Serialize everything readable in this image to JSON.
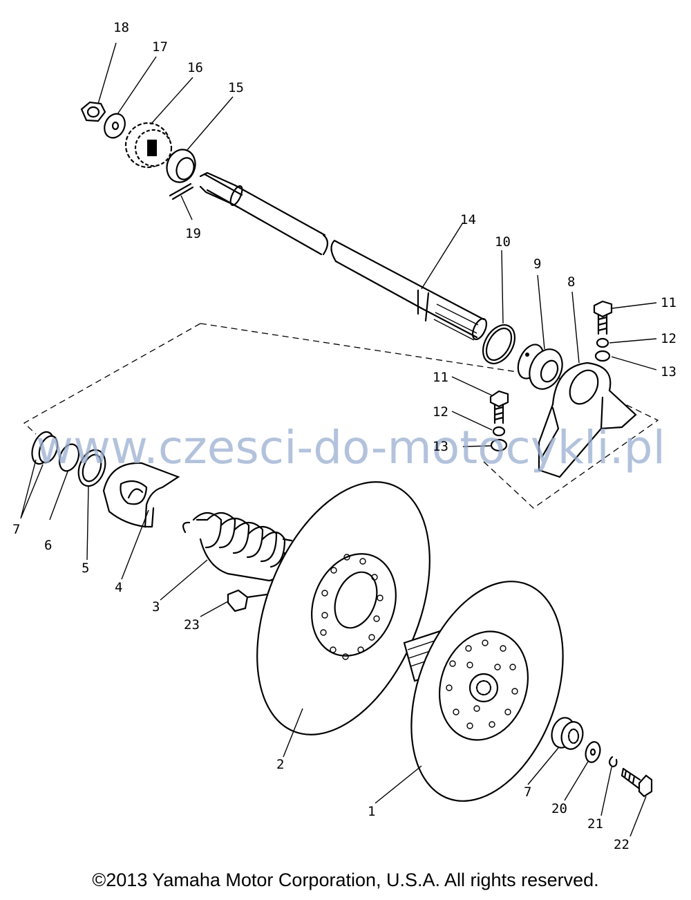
{
  "diagram": {
    "labels": {
      "p1": "1",
      "p2": "2",
      "p3": "3",
      "p4": "4",
      "p5": "5",
      "p6": "6",
      "p7a": "7",
      "p7b": "7",
      "p8": "8",
      "p9": "9",
      "p10": "10",
      "p11a": "11",
      "p11b": "11",
      "p12a": "12",
      "p12b": "12",
      "p13a": "13",
      "p13b": "13",
      "p14": "14",
      "p15": "15",
      "p16": "16",
      "p17": "17",
      "p18": "18",
      "p19": "19",
      "p20": "20",
      "p21": "21",
      "p22": "22",
      "p23": "23"
    },
    "watermark": "www.czesci-do-motocykli.pl"
  },
  "footer": {
    "copyright": "©2013 Yamaha Motor Corporation, U.S.A. All rights reserved."
  }
}
